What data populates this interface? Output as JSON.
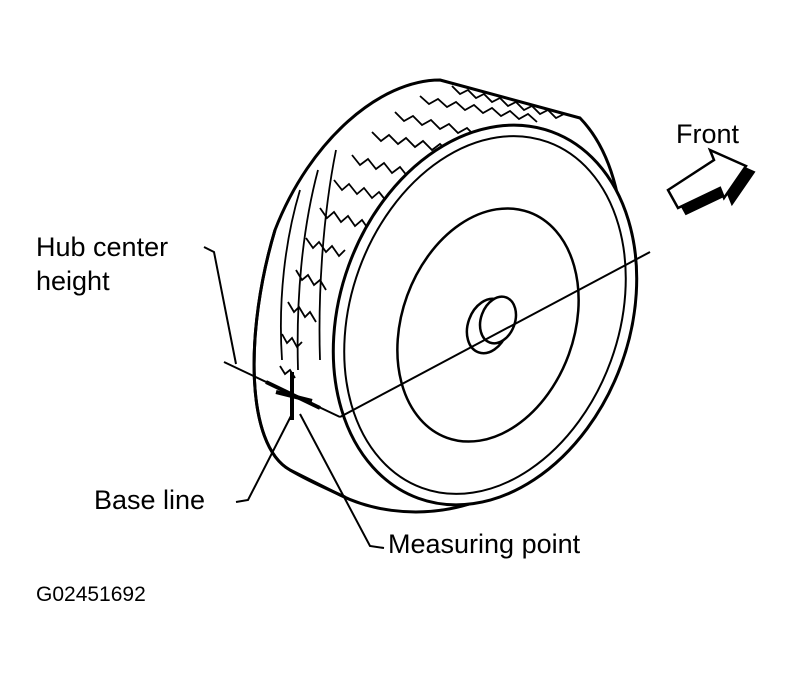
{
  "labels": {
    "front": "Front",
    "hub_center_line1": "Hub center",
    "hub_center_line2": "height",
    "base_line": "Base line",
    "measuring_point": "Measuring point"
  },
  "figure_id": "G02451692",
  "colors": {
    "ink": "#000000",
    "paper": "#ffffff"
  },
  "icons": {
    "direction_arrow": "arrow-right-icon"
  }
}
